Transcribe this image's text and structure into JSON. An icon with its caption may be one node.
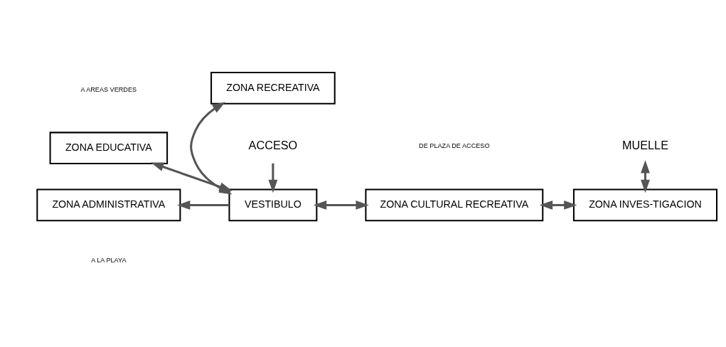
{
  "diagram": {
    "nodes": [
      {
        "text": [
          "ZONA EDUCATIVA"
        ]
      },
      {
        "text": [
          "ZONA RECREATIVA"
        ]
      },
      {
        "text": [
          "VESTIBULO"
        ]
      },
      {
        "text": [
          "ZONA CULTURAL RECREATIVA"
        ]
      },
      {
        "text": [
          "ZONA INVES-TIGACION"
        ]
      },
      {
        "text": [
          "MUELLE"
        ]
      },
      {
        "text": [
          "ZONA ADMINISTRATIVA"
        ]
      },
      {
        "text": [
          "ACCESO"
        ]
      }
    ],
    "edges": [
      {
        "from": 0,
        "to": 2,
        "arrow": "both"
      },
      {
        "from": 2,
        "to": 6,
        "arrow": "to"
      },
      {
        "from": 1,
        "to": 2,
        "arrow": "both"
      },
      {
        "from": 2,
        "to": 3,
        "arrow": "both"
      },
      {
        "from": 3,
        "to": 4,
        "arrow": "both"
      },
      {
        "from": 5,
        "to": 4,
        "arrow": "both"
      },
      {
        "from": 7,
        "to": 2,
        "arrow": "to"
      }
    ],
    "labels": [
      "A AREAS VERDES",
      "A LA PLAYA",
      "DE PLAZA DE ACCESO"
    ]
  }
}
